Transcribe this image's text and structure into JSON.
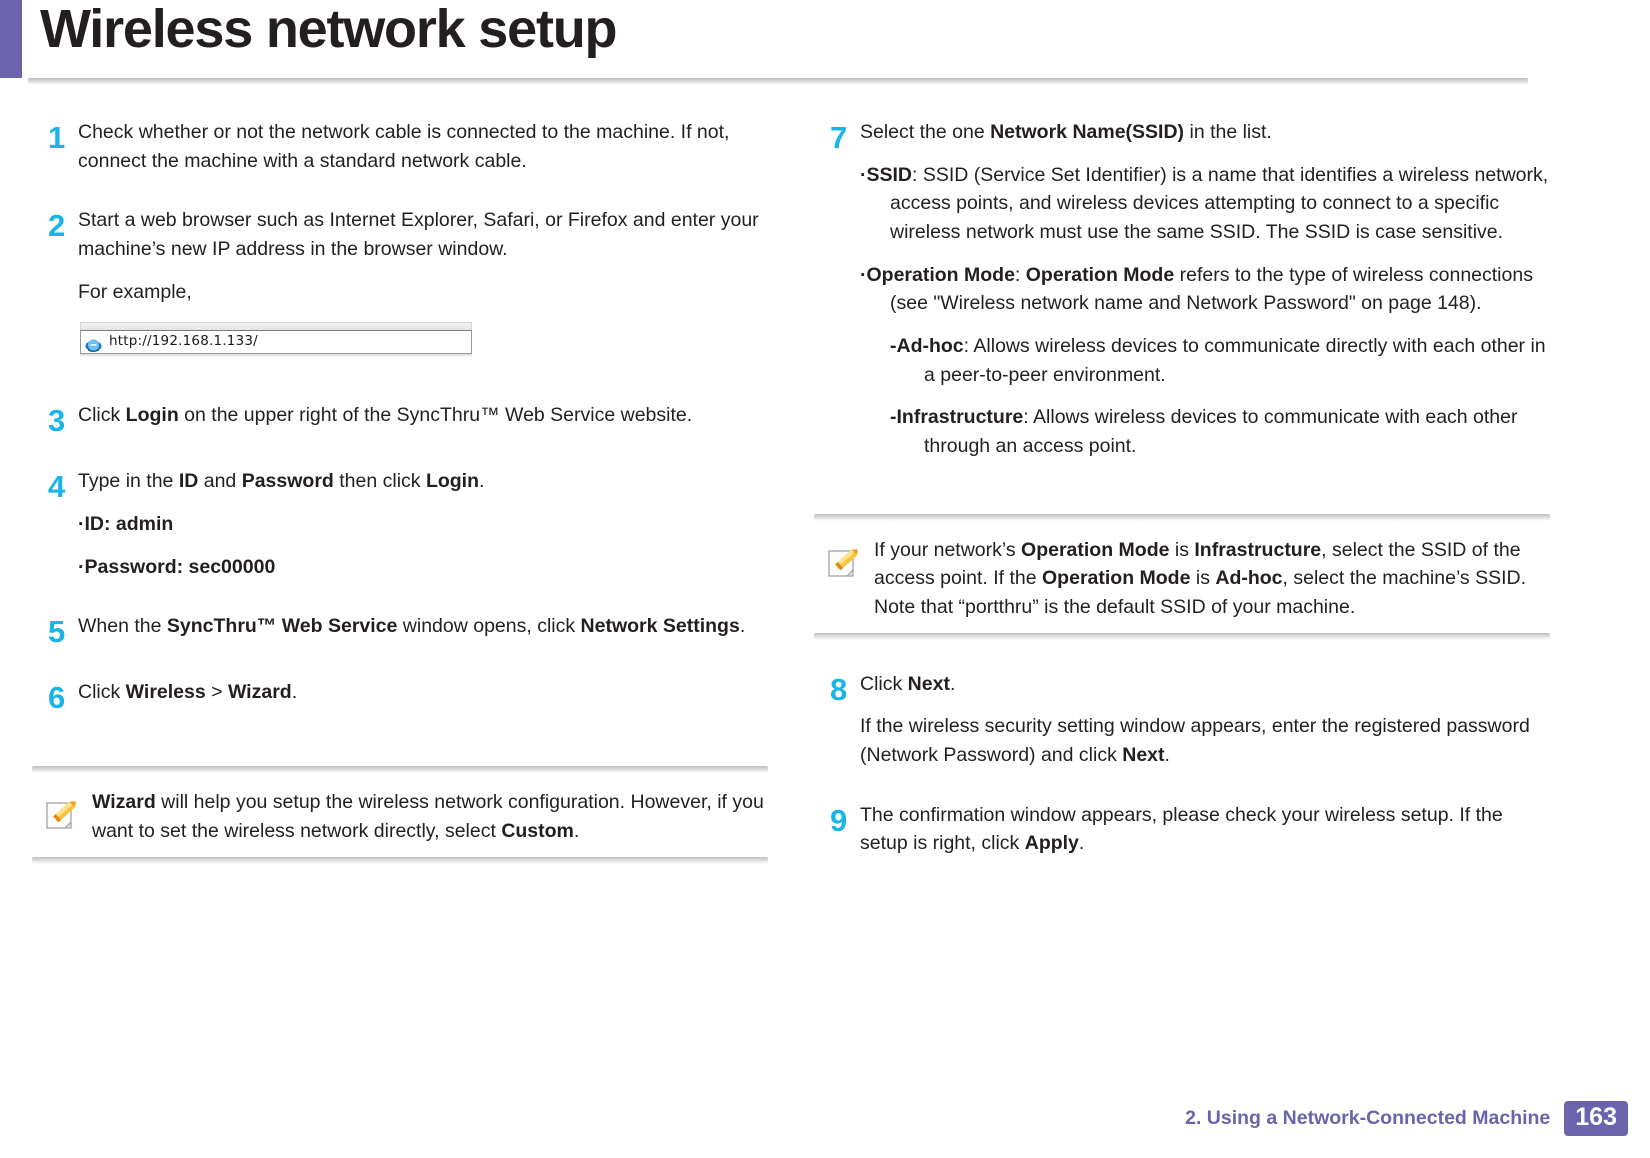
{
  "header": {
    "title": "Wireless network setup",
    "accent_color": "#6b64ac"
  },
  "theme": {
    "step_number_color": "#19b5e8",
    "text_color": "#231f20",
    "footer_color": "#6b64ac"
  },
  "left_column": {
    "steps": [
      {
        "number": "1",
        "text": "Check whether or not the network cable is connected to the machine. If not, connect the machine with a standard network cable."
      },
      {
        "number": "2",
        "text": "Start a web browser such as Internet Explorer, Safari, or Firefox and enter your machine’s new IP address in the browser window.",
        "example_label": "For example,",
        "figure": {
          "icon": "internet-explorer-icon",
          "url": "http://192.168.1.133/"
        }
      },
      {
        "number": "3",
        "text_parts": [
          "Click ",
          "Login",
          " on the upper right of the SyncThru™ Web Service website."
        ]
      },
      {
        "number": "4",
        "text_parts": [
          "Type in the ",
          "ID",
          " and ",
          "Password",
          " then click ",
          "Login",
          "."
        ],
        "bullets": [
          "·ID: admin",
          "·Password: sec00000"
        ]
      },
      {
        "number": "5",
        "text_parts": [
          "When the ",
          "SyncThru™ Web Service",
          " window opens, click ",
          "Network Settings",
          "."
        ]
      },
      {
        "number": "6",
        "text_parts": [
          "Click ",
          "Wireless",
          " > ",
          "Wizard",
          "."
        ]
      }
    ],
    "note": {
      "icon": "note-pencil-icon",
      "parts": [
        "Wizard",
        " will help you setup the wireless network configuration. However, if you want to set the wireless network directly, select ",
        "Custom",
        "."
      ]
    }
  },
  "right_column": {
    "steps": [
      {
        "number": "7",
        "text_parts": [
          "Select the one ",
          "Network Name(SSID)",
          " in the list."
        ],
        "bullets": [
          {
            "term": "·SSID",
            "body": ": SSID (Service Set Identifier) is a name that identifies a wireless network, access points, and wireless devices attempting to connect to a specific wireless network must use the same SSID. The SSID is case sensitive."
          },
          {
            "term": "·Operation Mode",
            "body_pre": ": ",
            "body_bold": "Operation Mode",
            "body": " refers to the type of wireless connections (see \"Wireless network name and Network Password\" on page 148)."
          }
        ],
        "subbullets": [
          {
            "term": "-Ad-hoc",
            "body": ": Allows wireless devices to communicate directly with each other in a peer-to-peer environment."
          },
          {
            "term": "-Infrastructure",
            "body": ": Allows wireless devices to communicate with each other through an access point."
          }
        ]
      },
      {
        "number": "8",
        "text_parts": [
          "Click ",
          "Next",
          "."
        ],
        "extra_parts": [
          "If the wireless security setting window appears, enter the registered password (Network Password) and click ",
          "Next",
          "."
        ]
      },
      {
        "number": "9",
        "text_parts": [
          "The confirmation window appears, please check your wireless setup. If the setup is right, click ",
          "Apply",
          "."
        ]
      }
    ],
    "note": {
      "icon": "note-pencil-icon",
      "parts": [
        "If your network’s ",
        "Operation Mode",
        " is ",
        "Infrastructure",
        ", select the SSID of the access point. If the ",
        "Operation Mode",
        " is ",
        "Ad-hoc",
        ", select the machine’s SSID. Note that “portthru” is the default SSID of your machine."
      ]
    }
  },
  "footer": {
    "chapter": "2.  Using a Network-Connected Machine",
    "page_number": "163"
  }
}
